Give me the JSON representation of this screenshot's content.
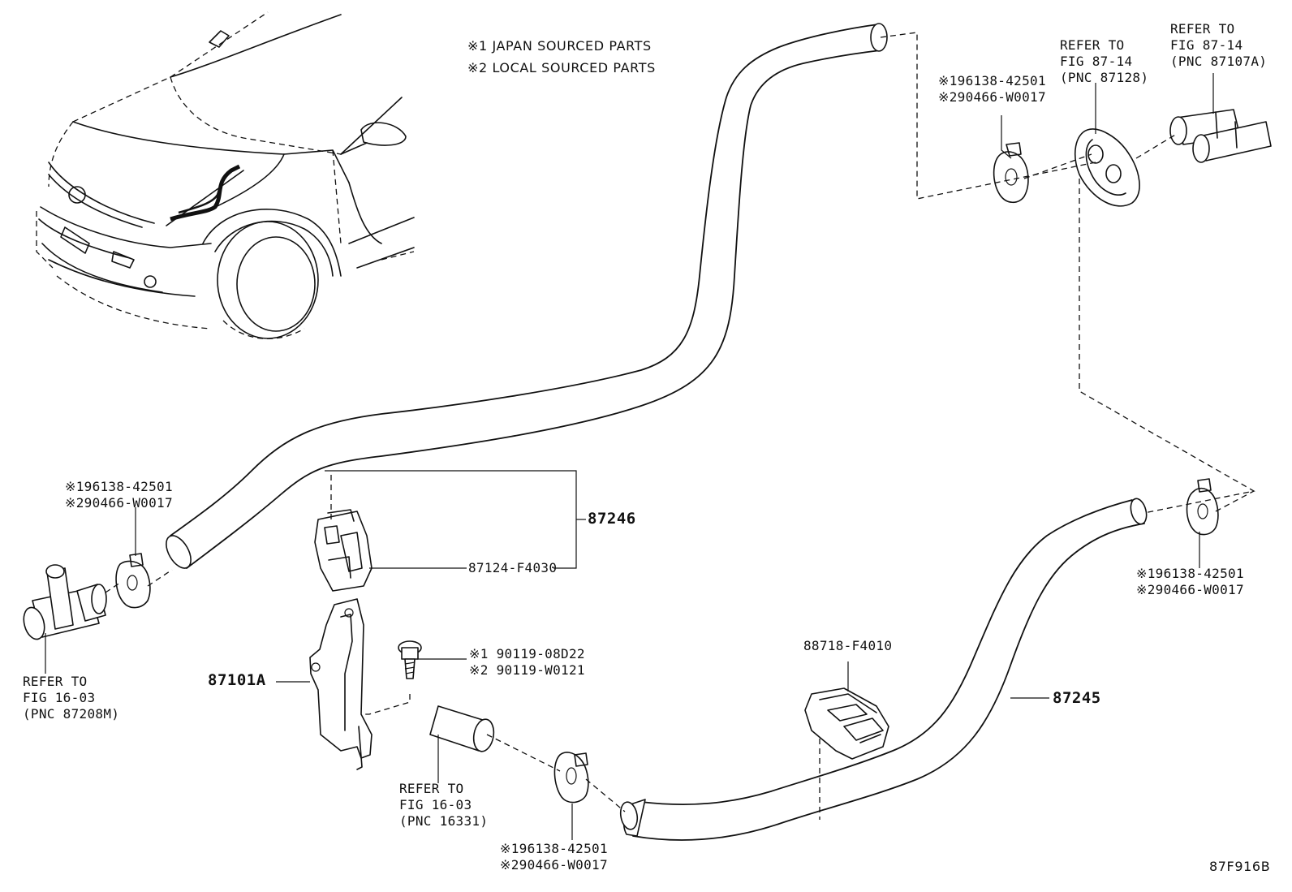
{
  "notes": {
    "note1": "※1 JAPAN SOURCED PARTS",
    "note2": "※2 LOCAL SOURCED PARTS"
  },
  "labels": {
    "refer_top_mid": [
      "REFER TO",
      "FIG 87-14",
      "(PNC 87128)"
    ],
    "refer_top_right": [
      "REFER TO",
      "FIG 87-14",
      "(PNC 87107A)"
    ],
    "clamp_top": [
      "※196138-42501",
      "※290466-W0017"
    ],
    "clamp_left": [
      "※196138-42501",
      "※290466-W0017"
    ],
    "clamp_right": [
      "※196138-42501",
      "※290466-W0017"
    ],
    "clamp_bottom": [
      "※196138-42501",
      "※290466-W0017"
    ],
    "bolt": [
      "※1 90119-08D22",
      "※2 90119-W0121"
    ],
    "refer_left": [
      "REFER TO",
      "FIG 16-03",
      "(PNC 87208M)"
    ],
    "refer_bottom": [
      "REFER TO",
      "FIG 16-03",
      "(PNC 16331)"
    ],
    "pn_87246": "87246",
    "pn_87124": "87124-F4030",
    "pn_87101A": "87101A",
    "pn_88718": "88718-F4010",
    "pn_87245": "87245",
    "figure_code": "87F916B"
  }
}
